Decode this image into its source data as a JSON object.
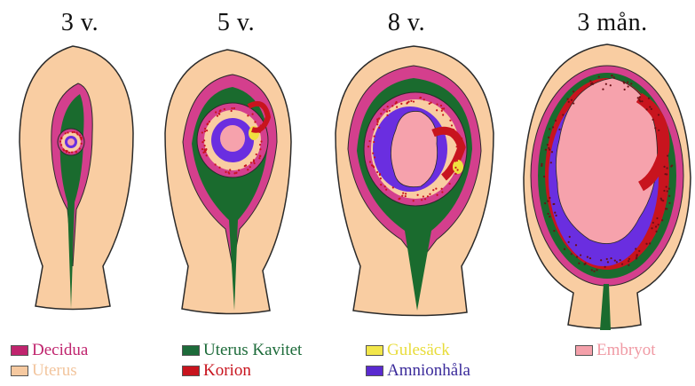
{
  "stages": [
    {
      "label": "3 v."
    },
    {
      "label": "5 v."
    },
    {
      "label": "8 v."
    },
    {
      "label": "3 mån."
    }
  ],
  "colors": {
    "decidua": "#d43f8d",
    "uterus": "#f9cda2",
    "uterus_kavitet": "#1a6b2e",
    "korion": "#c8141e",
    "gulesack": "#f0e040",
    "amnionhala": "#6a2ee0",
    "embryot": "#f6a2ac",
    "outline": "#2a2a2a"
  },
  "legend": [
    {
      "key": "decidua",
      "label": "Decidua",
      "color": "#c0246e"
    },
    {
      "key": "uterus",
      "label": "Uterus",
      "color": "#f6c9a0"
    },
    {
      "key": "uterus_kavitet",
      "label": "Uterus Kavitet",
      "color": "#1d6b3a"
    },
    {
      "key": "korion",
      "label": "Korion",
      "color": "#c8141e"
    },
    {
      "key": "gulesack",
      "label": "Gulesäck",
      "color": "#f2e64a"
    },
    {
      "key": "amnionhala",
      "label": "Amnionhåla",
      "color": "#5a2ad0"
    },
    {
      "key": "embryot",
      "label": "Embryot",
      "color": "#f4a0aa"
    }
  ]
}
